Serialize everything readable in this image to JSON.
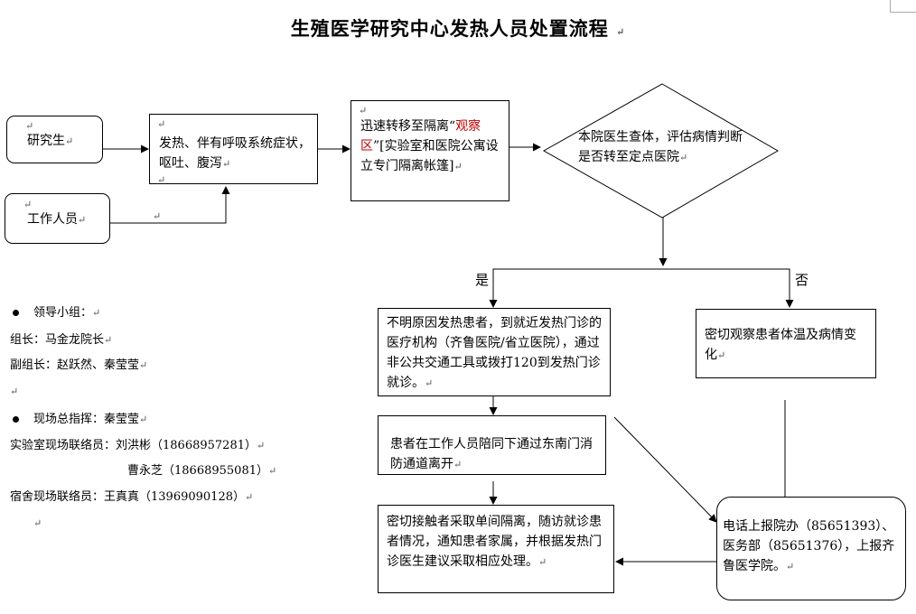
{
  "title": "生殖医学研究中心发热人员处置流程",
  "nodes": {
    "student": "研究生",
    "staff": "工作人员",
    "symptoms": "发热、伴有呼吸系统症状，  呕吐、腹泻",
    "isolation_prefix": "迅速转移至隔离“",
    "isolation_highlight": "观察区",
    "isolation_suffix": "”[实验室和医院公寓设立专门隔离帐篷]",
    "assessment": "本院医生查体，评估病情判断是否转至定点医院",
    "branch_yes": "是",
    "branch_no": "否",
    "yes_action": "不明原因发热患者，到就近发热门诊的医疗机构（齐鲁医院/省立医院），通过非公共交通工具或拨打120到发热门诊就诊。",
    "no_action": "密切观察患者体温及病情变化",
    "escort": "患者在工作人员陪同下通过东南门消防通道离开",
    "contacts": "密切接触者采取单间隔离，随访就诊患者情况，通知患者家属，并根据发热门诊医生建议采取相应处理。",
    "report": "电话上报院办（85651393）、医务部（85651376），上报齐鲁医学院。"
  },
  "sidebar": {
    "leadership_heading": "领导小组：",
    "leader": "组长：马金龙院长",
    "deputy": "副组长：赵跃然、秦莹莹",
    "site_commander": "现场总指挥：秦莹莹",
    "lab_contact_1": "实验室现场联络员：刘洪彬（18668957281）",
    "lab_contact_2": "曹永芝（18668955081）",
    "dorm_contact": "宿舍现场联络员：王真真（13969090128）"
  },
  "marks": {
    "paragraph": "↵",
    "return": "↲"
  }
}
